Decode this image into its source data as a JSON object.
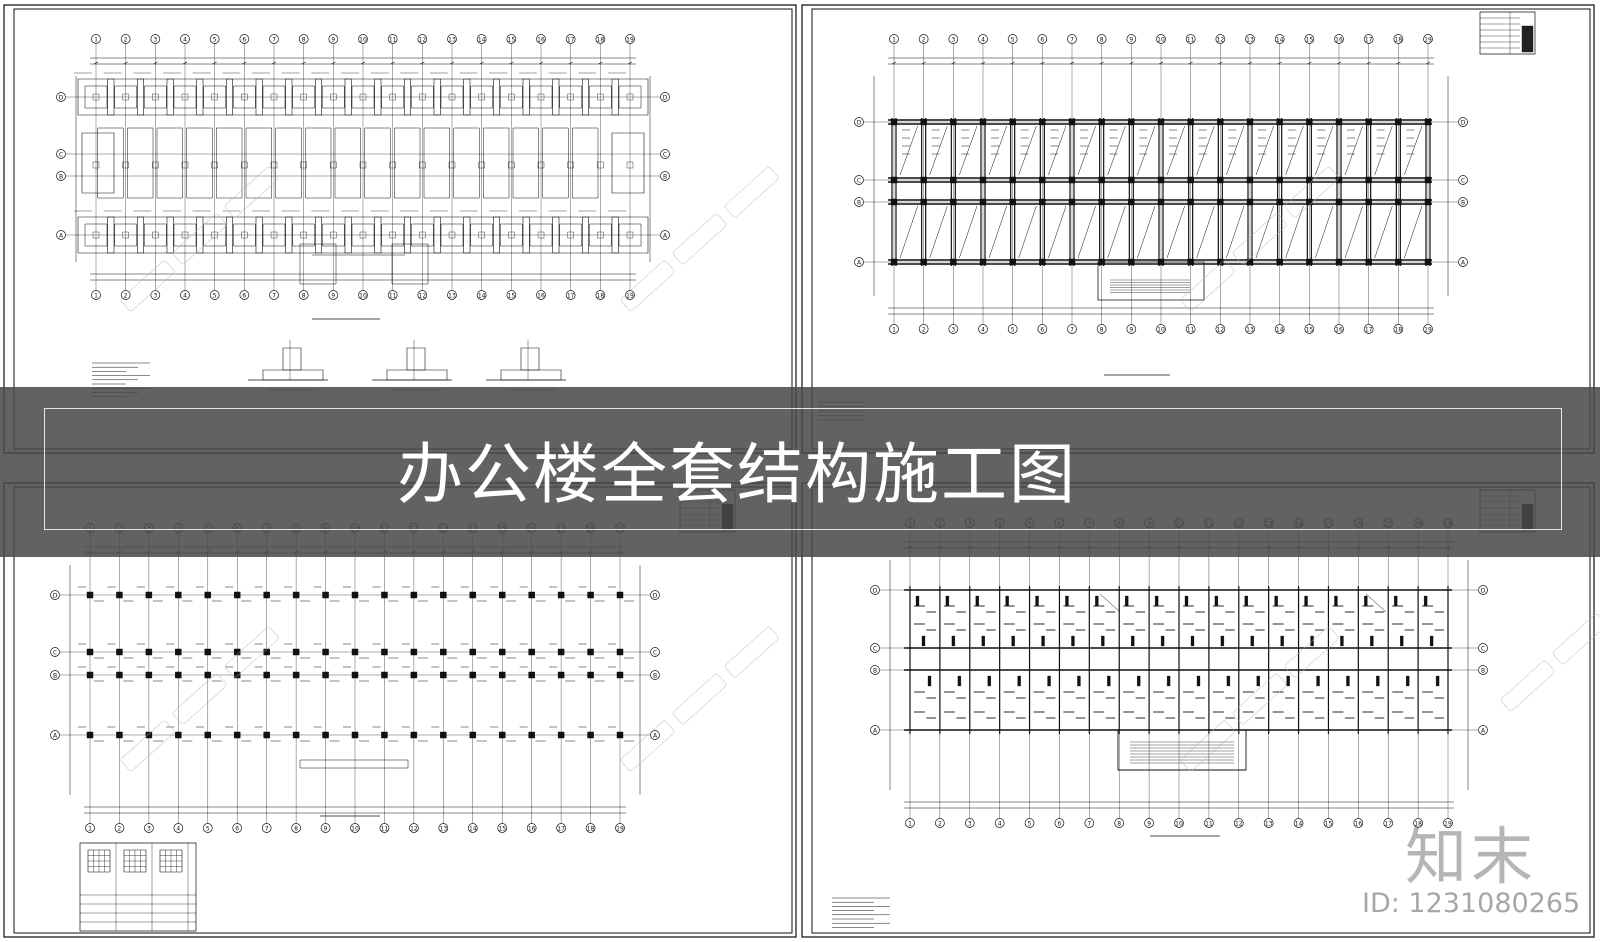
{
  "banner": {
    "title": "办公楼全套结构施工图"
  },
  "watermark": {
    "logo": "知末",
    "id_label": "ID: 1231080265"
  },
  "sheets": [
    {
      "id": "foundation-plan",
      "axes_top": [
        "1",
        "2",
        "3",
        "4",
        "5",
        "6",
        "7",
        "8",
        "9",
        "10",
        "11",
        "12",
        "13",
        "14",
        "15",
        "16",
        "17",
        "18",
        "19"
      ],
      "axes_side": [
        "D",
        "C",
        "B",
        "A"
      ]
    },
    {
      "id": "roof-beam-plan",
      "axes_top": [
        "1",
        "2",
        "3",
        "4",
        "5",
        "6",
        "7",
        "8",
        "9",
        "10",
        "11",
        "12",
        "13",
        "14",
        "15",
        "16",
        "17",
        "18",
        "19"
      ],
      "axes_side": [
        "D",
        "C",
        "B",
        "A"
      ]
    },
    {
      "id": "column-plan",
      "axes_top": [
        "1",
        "2",
        "3",
        "4",
        "5",
        "6",
        "7",
        "8",
        "9",
        "10",
        "11",
        "12",
        "13",
        "14",
        "15",
        "16",
        "17",
        "18",
        "19"
      ],
      "axes_side": [
        "D",
        "C",
        "B",
        "A"
      ]
    },
    {
      "id": "floor-slab-plan",
      "axes_top": [
        "1",
        "2",
        "3",
        "4",
        "5",
        "6",
        "7",
        "8",
        "9",
        "10",
        "11",
        "12",
        "13",
        "14",
        "15",
        "16",
        "17",
        "18",
        "19"
      ],
      "axes_side": [
        "D",
        "C",
        "B",
        "A"
      ]
    }
  ],
  "colors": {
    "line": "#111111",
    "banner": "#484848",
    "watermark": "#b4b4b4"
  }
}
